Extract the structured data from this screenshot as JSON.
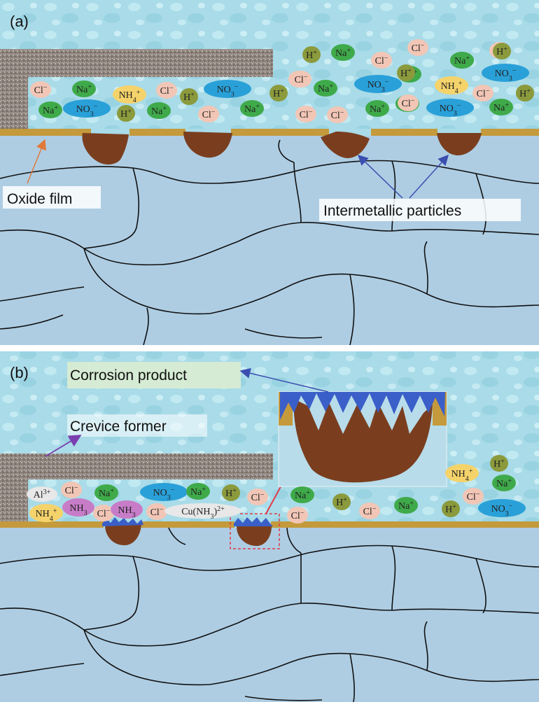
{
  "panels": {
    "a": {
      "label": "(a)",
      "labels": {
        "oxide_film": "Oxide film",
        "intermetallic": "Intermetallic particles"
      },
      "ions": [
        {
          "t": "Cl",
          "sup": "−",
          "type": "cl"
        },
        {
          "t": "Na",
          "sup": "+",
          "type": "na"
        },
        {
          "t": "NH",
          "sub": "4",
          "sup": "+",
          "type": "nh4"
        },
        {
          "t": "Cl",
          "sup": "−",
          "type": "cl"
        },
        {
          "t": "H",
          "sup": "+",
          "type": "h"
        },
        {
          "t": "NO",
          "sub": "3",
          "sup": "−",
          "type": "no3"
        },
        {
          "t": "Cl",
          "sup": "−",
          "type": "cl"
        },
        {
          "t": "H",
          "sup": "+",
          "type": "h"
        },
        {
          "t": "Na",
          "sup": "+",
          "type": "na"
        },
        {
          "t": "NO",
          "sub": "3",
          "sup": "−",
          "type": "no3"
        },
        {
          "t": "H",
          "sup": "+",
          "type": "h"
        },
        {
          "t": "Na",
          "sup": "+",
          "type": "na"
        },
        {
          "t": "Cl",
          "sup": "−",
          "type": "cl"
        },
        {
          "t": "Na",
          "sup": "+",
          "type": "na"
        },
        {
          "t": "H",
          "sup": "+",
          "type": "h"
        },
        {
          "t": "Na",
          "sup": "+",
          "type": "na"
        },
        {
          "t": "Cl",
          "sup": "−",
          "type": "cl"
        },
        {
          "t": "Cl",
          "sup": "−",
          "type": "cl"
        },
        {
          "t": "Na",
          "sup": "+",
          "type": "na"
        },
        {
          "t": "Cl",
          "sup": "−",
          "type": "cl"
        },
        {
          "t": "Na",
          "sup": "+",
          "type": "na"
        },
        {
          "t": "NO",
          "sub": "3",
          "sup": "−",
          "type": "no3"
        },
        {
          "t": "Cl",
          "sup": "−",
          "type": "cl"
        },
        {
          "t": "Na",
          "sup": "+",
          "type": "na"
        },
        {
          "t": "Cl",
          "sup": "−",
          "type": "cl"
        },
        {
          "t": "Na",
          "sup": "+",
          "type": "na"
        },
        {
          "t": "NH",
          "sub": "4",
          "sup": "+",
          "type": "nh4"
        },
        {
          "t": "Cl",
          "sup": "−",
          "type": "cl"
        },
        {
          "t": "NO",
          "sub": "3",
          "sup": "−",
          "type": "no3"
        },
        {
          "t": "Na",
          "sup": "+",
          "type": "na"
        },
        {
          "t": "H",
          "sup": "+",
          "type": "h"
        },
        {
          "t": "Na",
          "sup": "+",
          "type": "na"
        },
        {
          "t": "NO",
          "sub": "3",
          "sup": "−",
          "type": "no3"
        },
        {
          "t": "H",
          "sup": "+",
          "type": "h"
        },
        {
          "t": "Cl",
          "sup": "−",
          "type": "cl"
        },
        {
          "t": "H",
          "sup": "+",
          "type": "h"
        },
        {
          "t": "Na",
          "sup": "+",
          "type": "na"
        },
        {
          "t": "Cl",
          "sup": "−",
          "type": "cl"
        },
        {
          "t": "H",
          "sup": "+",
          "type": "h"
        }
      ]
    },
    "b": {
      "label": "(b)",
      "labels": {
        "corrosion_product": "Corrosion product",
        "crevice_former": "Crevice former"
      },
      "ions": [
        {
          "t": "Al",
          "sup": "3+",
          "type": "pale"
        },
        {
          "t": "Cl",
          "sup": "−",
          "type": "cl"
        },
        {
          "t": "Na",
          "sup": "+",
          "type": "na"
        },
        {
          "t": "NO",
          "sub": "3",
          "sup": "−",
          "type": "no3"
        },
        {
          "t": "Na",
          "sup": "+",
          "type": "na"
        },
        {
          "t": "H",
          "sup": "+",
          "type": "h"
        },
        {
          "t": "Cl",
          "sup": "−",
          "type": "cl"
        },
        {
          "t": "NH",
          "sub": "4",
          "sup": "+",
          "type": "nh4"
        },
        {
          "t": "NH",
          "sub": "3",
          "type": "nh3"
        },
        {
          "t": "Cl",
          "sup": "−",
          "type": "cl"
        },
        {
          "t": "NH",
          "sub": "3",
          "type": "nh3"
        },
        {
          "t": "Cl",
          "sup": "−",
          "type": "cl"
        },
        {
          "t": "Cu(NH",
          "sub": "3",
          "t2": ")",
          "sub2": "",
          "sup": "2+",
          "type": "pale"
        },
        {
          "t": "Cl",
          "sup": "−",
          "type": "cl"
        },
        {
          "t": "Na",
          "sup": "+",
          "type": "na"
        },
        {
          "t": "H",
          "sup": "+",
          "type": "h"
        },
        {
          "t": "Cl",
          "sup": "−",
          "type": "cl"
        },
        {
          "t": "Na",
          "sup": "+",
          "type": "na"
        },
        {
          "t": "H",
          "sup": "+",
          "type": "h"
        },
        {
          "t": "NO",
          "sub": "3",
          "sup": "−",
          "type": "no3"
        },
        {
          "t": "Cl",
          "sup": "−",
          "type": "cl"
        },
        {
          "t": "NH",
          "sub": "4",
          "sup": "+",
          "type": "nh4"
        },
        {
          "t": "H",
          "sup": "+",
          "type": "h"
        },
        {
          "t": "Na",
          "sup": "+",
          "type": "na"
        }
      ]
    }
  },
  "colors": {
    "solution": "#a9dbe8",
    "metal": "#aecde3",
    "oxide": "#c49a3c",
    "particle": "#7a3e1f",
    "crevice": "#8a7f79",
    "na": "#3faa4a",
    "cl": "#f2c6b6",
    "h": "#8b9a3c",
    "no3": "#2aa0d8",
    "nh4": "#f5d36b",
    "nh3": "#c77cc8",
    "pale": "#e8e8e8",
    "arrow": "#3b4fb0"
  }
}
